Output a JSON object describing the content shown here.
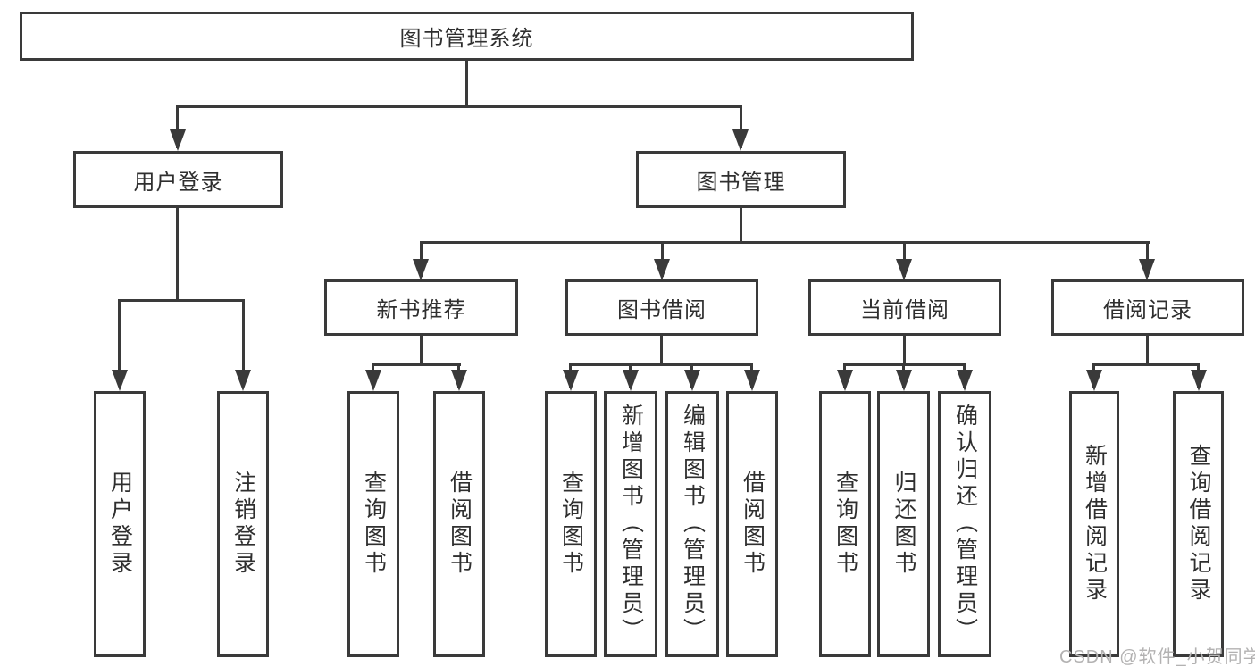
{
  "diagram": {
    "colors": {
      "line": "#3a3a3a",
      "text": "#2f2f2f",
      "watermark": "#b3b2b2",
      "background": "#ffffff"
    },
    "root": {
      "label": "图书管理系统",
      "children": [
        {
          "label": "用户登录",
          "children": [
            {
              "label": "用户登录"
            },
            {
              "label": "注销登录"
            }
          ]
        },
        {
          "label": "图书管理",
          "children": [
            {
              "label": "新书推荐",
              "children": [
                {
                  "label": "查询图书"
                },
                {
                  "label": "借阅图书"
                }
              ]
            },
            {
              "label": "图书借阅",
              "children": [
                {
                  "label": "查询图书"
                },
                {
                  "label": "新增图书（管理员）"
                },
                {
                  "label": "编辑图书（管理员）"
                },
                {
                  "label": "借阅图书"
                }
              ]
            },
            {
              "label": "当前借阅",
              "children": [
                {
                  "label": "查询图书"
                },
                {
                  "label": "归还图书"
                },
                {
                  "label": "确认归还（管理员）"
                }
              ]
            },
            {
              "label": "借阅记录",
              "children": [
                {
                  "label": "新增借阅记录"
                },
                {
                  "label": "查询借阅记录"
                }
              ]
            }
          ]
        }
      ]
    },
    "watermark": {
      "text": "CSDN @软件_小贺同学"
    }
  }
}
